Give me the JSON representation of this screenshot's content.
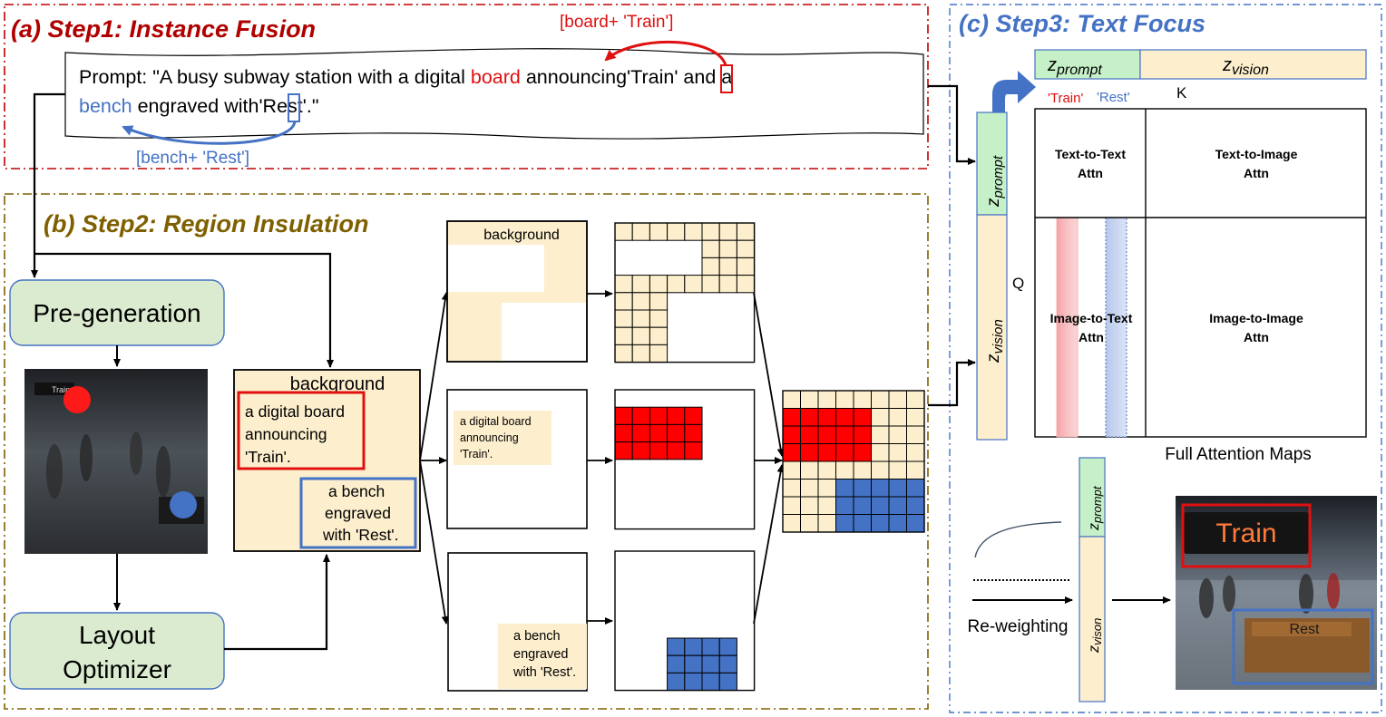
{
  "colors": {
    "red": "#e01010",
    "blue": "#4472c4",
    "olive": "#7f6000",
    "beige": "#fdefcd",
    "green_box": "#dbebcf",
    "green_strip": "#c6f0c8",
    "dark_red_title": "#b00000",
    "blue_title": "#4472c4"
  },
  "step1": {
    "title": "(a) Step1: Instance Fusion",
    "prompt_prefix": "Prompt: \"A busy subway station with  a digital ",
    "word_board": "board",
    "prompt_mid": " announcing",
    "quote_mark1": "'",
    "prompt_after_q1": "Train' and a",
    "word_bench": "bench",
    "prompt_line2_mid": " engraved with",
    "quote_mark2": "'",
    "prompt_line2_end": "Rest'.\"",
    "board_fusion": "[board+ 'Train']",
    "bench_fusion": "[bench+ 'Rest']"
  },
  "step2": {
    "title": "(b) Step2: Region Insulation",
    "pre_generation": "Pre-generation",
    "layout_line1": "Layout",
    "layout_line2": "Optimizer",
    "train_photo_label": "Train",
    "layout_background": "background",
    "layout_board": [
      "a digital board",
      "announcing",
      "'Train'."
    ],
    "layout_bench": [
      "a bench",
      "engraved",
      "with 'Rest'."
    ],
    "region_background": "background",
    "region_board": [
      "a digital board",
      "announcing",
      "'Train'."
    ],
    "region_bench": [
      "a bench",
      "engraved",
      "with 'Rest'."
    ]
  },
  "step3": {
    "title": "(c) Step3: Text Focus",
    "z_prompt": "z",
    "z_prompt_sub": "prompt",
    "z_vision": "z",
    "z_vision_sub": "vision",
    "z_vison_prime_sub": "vison",
    "key_train": "'Train'",
    "key_rest": "'Rest'",
    "k_label": "K",
    "q_label": "Q",
    "tt_line1": "Text-to-Text",
    "tt_line2": "Attn",
    "ti_line1": "Text-to-Image",
    "ti_line2": "Attn",
    "it_line1": "Image-to-Text",
    "it_line2": "Attn",
    "ii_line1": "Image-to-Image",
    "ii_line2": "Attn",
    "attention_caption": "Full Attention Maps",
    "reweighting": "Re-weighting",
    "sign_train": "Train",
    "sign_rest": "Rest"
  }
}
